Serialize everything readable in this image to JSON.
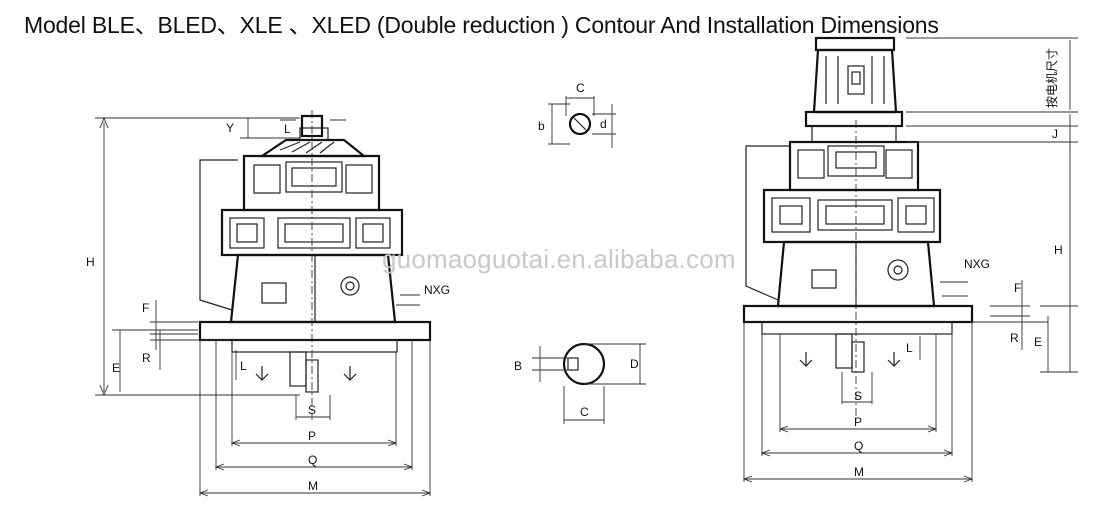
{
  "title": "Model BLE、BLED、XLE 、XLED (Double reduction ) Contour And Installation Dimensions",
  "watermark": "guomaoguotai.en.alibaba.com",
  "left_view": {
    "labels": {
      "H": "H",
      "Y": "Y",
      "F": "F",
      "R": "R",
      "E": "E",
      "L": "L",
      "NXG": "NXG",
      "S": "S",
      "P": "P",
      "Q": "Q",
      "M": "M"
    }
  },
  "shaft_top": {
    "labels": {
      "C": "C",
      "b": "b",
      "d": "d"
    }
  },
  "shaft_bottom": {
    "labels": {
      "B": "B",
      "D": "D",
      "C": "C"
    }
  },
  "right_view": {
    "labels": {
      "motor_note": "按电机尺寸",
      "J": "J",
      "H": "H",
      "NXG": "NXG",
      "F": "F",
      "R": "R",
      "E": "E",
      "L": "L",
      "S": "S",
      "P": "P",
      "Q": "Q",
      "M": "M"
    }
  },
  "icons": {
    "housing": "gear-reducer-drawing",
    "keyway": "shaft-keyway-section"
  }
}
